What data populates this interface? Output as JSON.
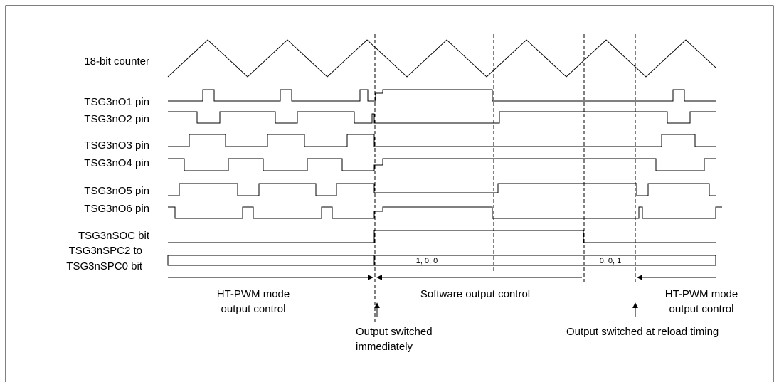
{
  "signals": {
    "counter": "18-bit counter",
    "o1": "TSG3nO1 pin",
    "o2": "TSG3nO2 pin",
    "o3": "TSG3nO3 pin",
    "o4": "TSG3nO4 pin",
    "o5": "TSG3nO5 pin",
    "o6": "TSG3nO6 pin",
    "soc": "TSG3nSOC bit",
    "spc_line1": "TSG3nSPC2 to",
    "spc_line2": "TSG3nSPC0 bit"
  },
  "bus_values": {
    "seg1": "1, 0, 0",
    "seg2": "0, 0, 1"
  },
  "regions": {
    "left_line1": "HT-PWM mode",
    "left_line2": "output control",
    "middle": "Software output control",
    "right_line1": "HT-PWM mode",
    "right_line2": "output control"
  },
  "annotations": {
    "immediate_line1": "Output switched",
    "immediate_line2": "immediately",
    "reload": "Output switched at reload timing"
  }
}
